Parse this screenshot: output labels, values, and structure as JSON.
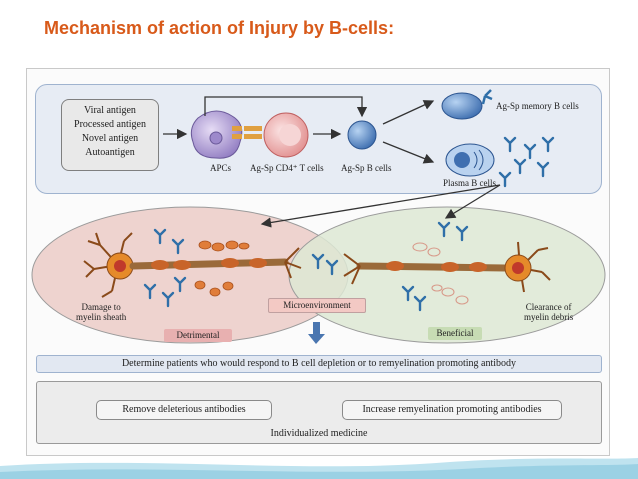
{
  "slide": {
    "title": "Mechanism of action of Injury by B-cells:"
  },
  "antigens": {
    "items": [
      "Viral antigen",
      "Processed antigen",
      "Novel antigen",
      "Autoantigen"
    ]
  },
  "cells": {
    "apcs": "APCs",
    "tcells": "Ag-Sp CD4⁺ T cells",
    "bcells": "Ag-Sp B cells",
    "memory": "Ag-Sp memory B cells",
    "plasma": "Plasma B cells"
  },
  "lower": {
    "damage_line1": "Damage to",
    "damage_line2": "myelin sheath",
    "clearance_line1": "Clearance of",
    "clearance_line2": "myelin debris",
    "microenvironment": "Microenvironment",
    "detrimental": "Detrimental",
    "beneficial": "Beneficial"
  },
  "bottom": {
    "determine": "Determine patients who would respond to B cell depletion or to remyelination promoting antibody",
    "remove": "Remove deleterious antibodies",
    "increase": "Increase remyelination promoting antibodies",
    "individualized": "Individualized medicine"
  },
  "colors": {
    "title": "#d85a1a",
    "detrimental_ellipse": "#eed3cf",
    "beneficial_ellipse": "#dde8d3",
    "antibody": "#2f6fa8"
  }
}
